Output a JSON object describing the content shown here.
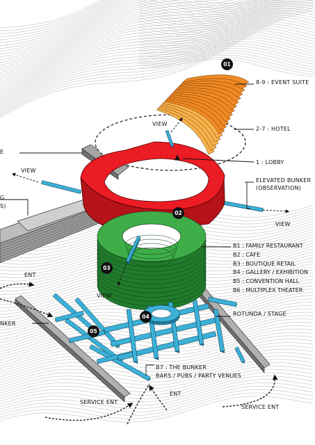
{
  "zones": [
    {
      "id": "01",
      "labels": [
        "8-9 : EVENT SUITE",
        "2-7 : HOTEL"
      ],
      "color": "#f08a24"
    },
    {
      "id": "02",
      "labels": [
        "1 : LOBBY",
        "ELEVATED BUNKER",
        "(OBSERVATION)"
      ],
      "color": "#ec1c24"
    },
    {
      "id": "03",
      "labels": [
        "B1 : FAMILY RESTAURANT",
        "B2 : CAFE",
        "B3 : BOUTIQUE RETAIL",
        "B4 : GALLERY / EXHIBITION",
        "B5 : CONVENTION HALL",
        "B6 : MULTIPLEX THEATER"
      ],
      "color": "#3fae49"
    },
    {
      "id": "04",
      "labels": [
        "ROTUNDA / STAGE"
      ],
      "color": "#3cb0d6"
    },
    {
      "id": "05",
      "labels": [
        "B7 : THE BUNKER",
        "BARS / PUBS / PARTY VENUES"
      ],
      "color": "#3cb0d6"
    }
  ],
  "labels": {
    "event_suite": "8-9 : EVENT SUITE",
    "hotel": "2-7 : HOTEL",
    "lobby": "1 : LOBBY",
    "elevated_bunker": "ELEVATED BUNKER",
    "observation": "(OBSERVATION)",
    "view_top": "VIEW",
    "view_left": "VIEW",
    "view_right": "VIEW",
    "view_bottom": "VIEW",
    "ent_left": "ENT",
    "ent_bottom": "ENT",
    "service_ent_left": "SERVICE ENT",
    "service_ent_right": "SERVICE ENT",
    "rotunda": "ROTUNDA / STAGE",
    "bunker_b7": "B7 : THE BUNKER",
    "bars": "BARS / PUBS / PARTY VENUES",
    "cut_e": "E",
    "cut_g": "G",
    "cut_s": "S)",
    "cut_bunker": "NKER"
  },
  "lower_levels": [
    "B1 : FAMILY RESTAURANT",
    "B2 : CAFE",
    "B3 : BOUTIQUE RETAIL",
    "B4 : GALLERY / EXHIBITION",
    "B5 : CONVENTION HALL",
    "B6 : MULTIPLEX THEATER"
  ],
  "badges": [
    "01",
    "02",
    "03",
    "04",
    "05"
  ],
  "colors": {
    "hotel": "#f08a24",
    "hotel_light": "#f7b24a",
    "lobby": "#ec1c24",
    "lobby_dark": "#b5121a",
    "rings": "#3fae49",
    "rings_dark": "#217a2c",
    "bunker": "#3cb0d6",
    "bunker_dark": "#1d7fa1",
    "gray": "#9d9d9d",
    "gray_dark": "#6f6f6f",
    "contour": "#9a9a9a"
  }
}
